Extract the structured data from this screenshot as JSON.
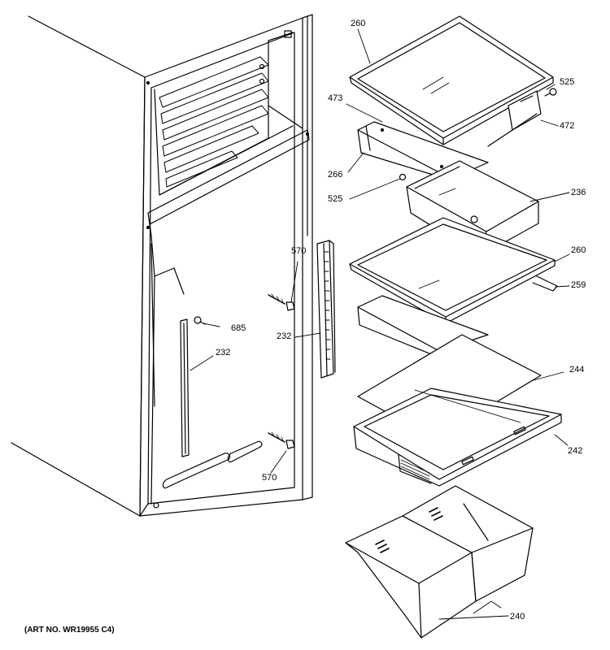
{
  "diagram": {
    "art_number": "(ART NO. WR19955 C4)",
    "callouts": {
      "c260_top": "260",
      "c525_top": "525",
      "c473": "473",
      "c472": "472",
      "c266": "266",
      "c525_mid": "525",
      "c236": "236",
      "c260_mid": "260",
      "c259": "259",
      "c570_top": "570",
      "c685": "685",
      "c232_left": "232",
      "c232_mid": "232",
      "c244": "244",
      "c242": "242",
      "c570_bottom": "570",
      "c240": "240"
    }
  }
}
